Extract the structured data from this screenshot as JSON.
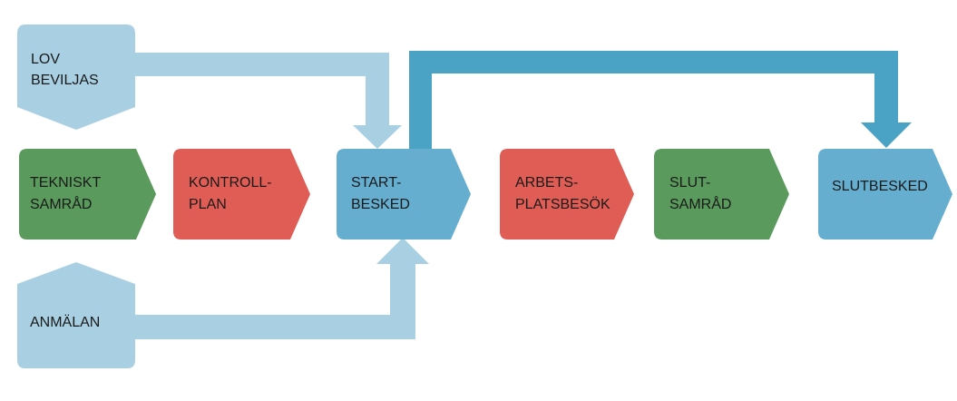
{
  "colors": {
    "light_blue": "#a9cfe2",
    "medium_blue": "#65aed0",
    "dark_blue": "#4aa2c5",
    "green": "#5a9a5c",
    "red": "#df5d55",
    "text": "#1a1a1a"
  },
  "nodes": {
    "lov_beviljas": [
      "LOV",
      "BEVILJAS"
    ],
    "anmalan": [
      "ANMÄLAN"
    ],
    "tekniskt_samrad": [
      "TEKNISKT",
      "SAMRÅD"
    ],
    "kontrollplan": [
      "KONTROLL-",
      "PLAN"
    ],
    "startbesked": [
      "START-",
      "BESKED"
    ],
    "arbetsplatsbesok": [
      "ARBETS-",
      "PLATSBESÖK"
    ],
    "slutsamrad": [
      "SLUT-",
      "SAMRÅD"
    ],
    "slutbesked": [
      "SLUTBESKED"
    ]
  }
}
